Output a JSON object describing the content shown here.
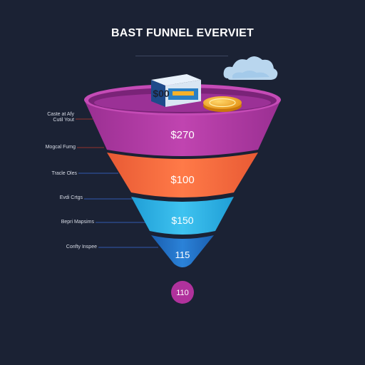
{
  "title": "BAST FUNNEL EVERVIET",
  "stage_labels": [
    {
      "line1": "Caste at Afy",
      "line2": "Cutil Yout"
    },
    {
      "line1": "Mogcal Fumg"
    },
    {
      "line1": "Tracle Oles"
    },
    {
      "line1": "Evdi Crtgs"
    },
    {
      "line1": "Bepri Mapsims"
    },
    {
      "line1": "Confty Inspee"
    }
  ],
  "stage_values": [
    "$270",
    "$100",
    "$150",
    "115"
  ],
  "bottom_badge": "110",
  "box_icon_text": "$00",
  "colors": {
    "background": "#1b2234",
    "stage_1": "#b03aa4",
    "stage_2": "#f2683c",
    "stage_3": "#2bb3e6",
    "stage_4": "#1e73c8",
    "badge": "#b0329c",
    "coin": "#f5b12a"
  }
}
